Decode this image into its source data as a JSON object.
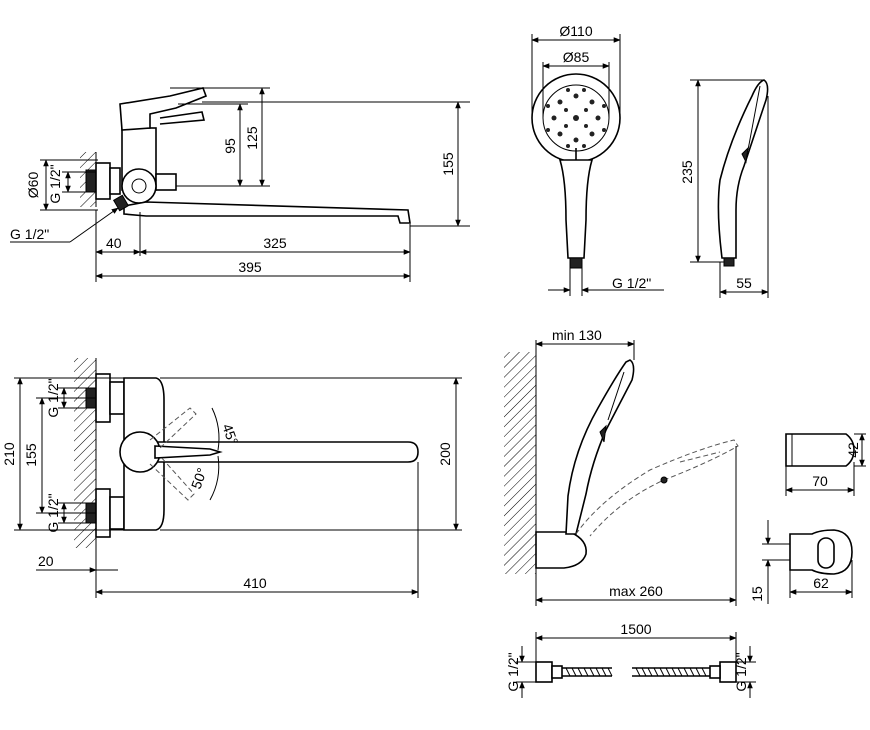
{
  "top_mixer": {
    "d_60": "Ø60",
    "thread_top": "G 1/2\"",
    "thread_side": "G 1/2\"",
    "dim_95": "95",
    "dim_125": "125",
    "dim_155": "155",
    "dim_40": "40",
    "dim_325": "325",
    "dim_395": "395"
  },
  "shower_head": {
    "d_110": "Ø110",
    "d_85": "Ø85",
    "thread": "G 1/2\"",
    "dim_235": "235",
    "dim_55": "55"
  },
  "front_mixer": {
    "thread_top": "G 1/2\"",
    "thread_bottom": "G 1/2\"",
    "dim_210": "210",
    "dim_155": "155",
    "dim_200": "200",
    "dim_20": "20",
    "dim_410": "410",
    "angle_45": "45°",
    "angle_50": "50°"
  },
  "holder_side": {
    "dim_min": "min 130",
    "dim_max": "max 260"
  },
  "holder_bracket": {
    "dim_42": "42",
    "dim_70": "70",
    "dim_15": "15",
    "dim_62": "62"
  },
  "hose": {
    "dim_1500": "1500",
    "thread_left": "G 1/2\"",
    "thread_right": "G 1/2\""
  }
}
